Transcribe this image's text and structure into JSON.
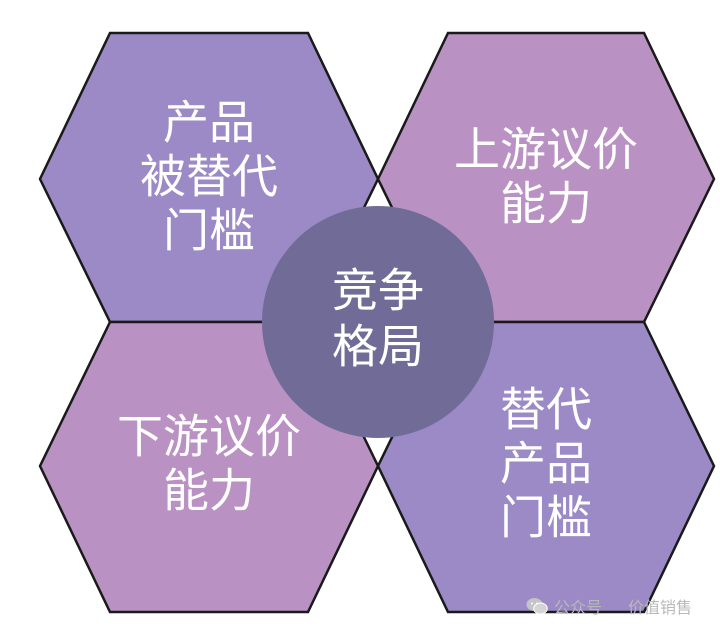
{
  "colors": {
    "hex_blue": "#9b8ac6",
    "hex_pink": "#b991c3",
    "center": "#706c97",
    "stroke": "#1a1a1a"
  },
  "hexagons": [
    {
      "lines": [
        "产品",
        "被替代",
        "门槛"
      ]
    },
    {
      "lines": [
        "上游议价",
        "能力"
      ]
    },
    {
      "lines": [
        "下游议价",
        "能力"
      ]
    },
    {
      "lines": [
        "替代",
        "产品",
        "门槛"
      ]
    }
  ],
  "center": {
    "lines": [
      "竞争",
      "格局"
    ]
  },
  "watermark": {
    "source": "公众号",
    "name": "价值销售"
  }
}
